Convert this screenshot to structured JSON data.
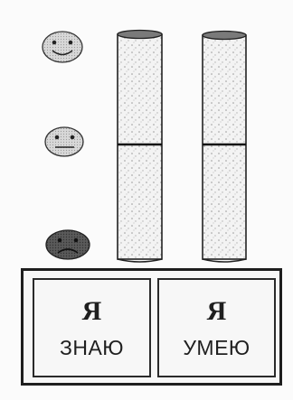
{
  "smileys": [
    {
      "mood": "happy",
      "icon": "happy-face-icon"
    },
    {
      "mood": "neutral",
      "icon": "neutral-face-icon"
    },
    {
      "mood": "sad",
      "icon": "sad-face-icon"
    }
  ],
  "columns": [
    {
      "name": "know-column"
    },
    {
      "name": "can-column"
    }
  ],
  "cards": {
    "know": {
      "pronoun": "Я",
      "verb": "ЗНАЮ"
    },
    "can": {
      "pronoun": "Я",
      "verb": "УМЕЮ"
    }
  }
}
